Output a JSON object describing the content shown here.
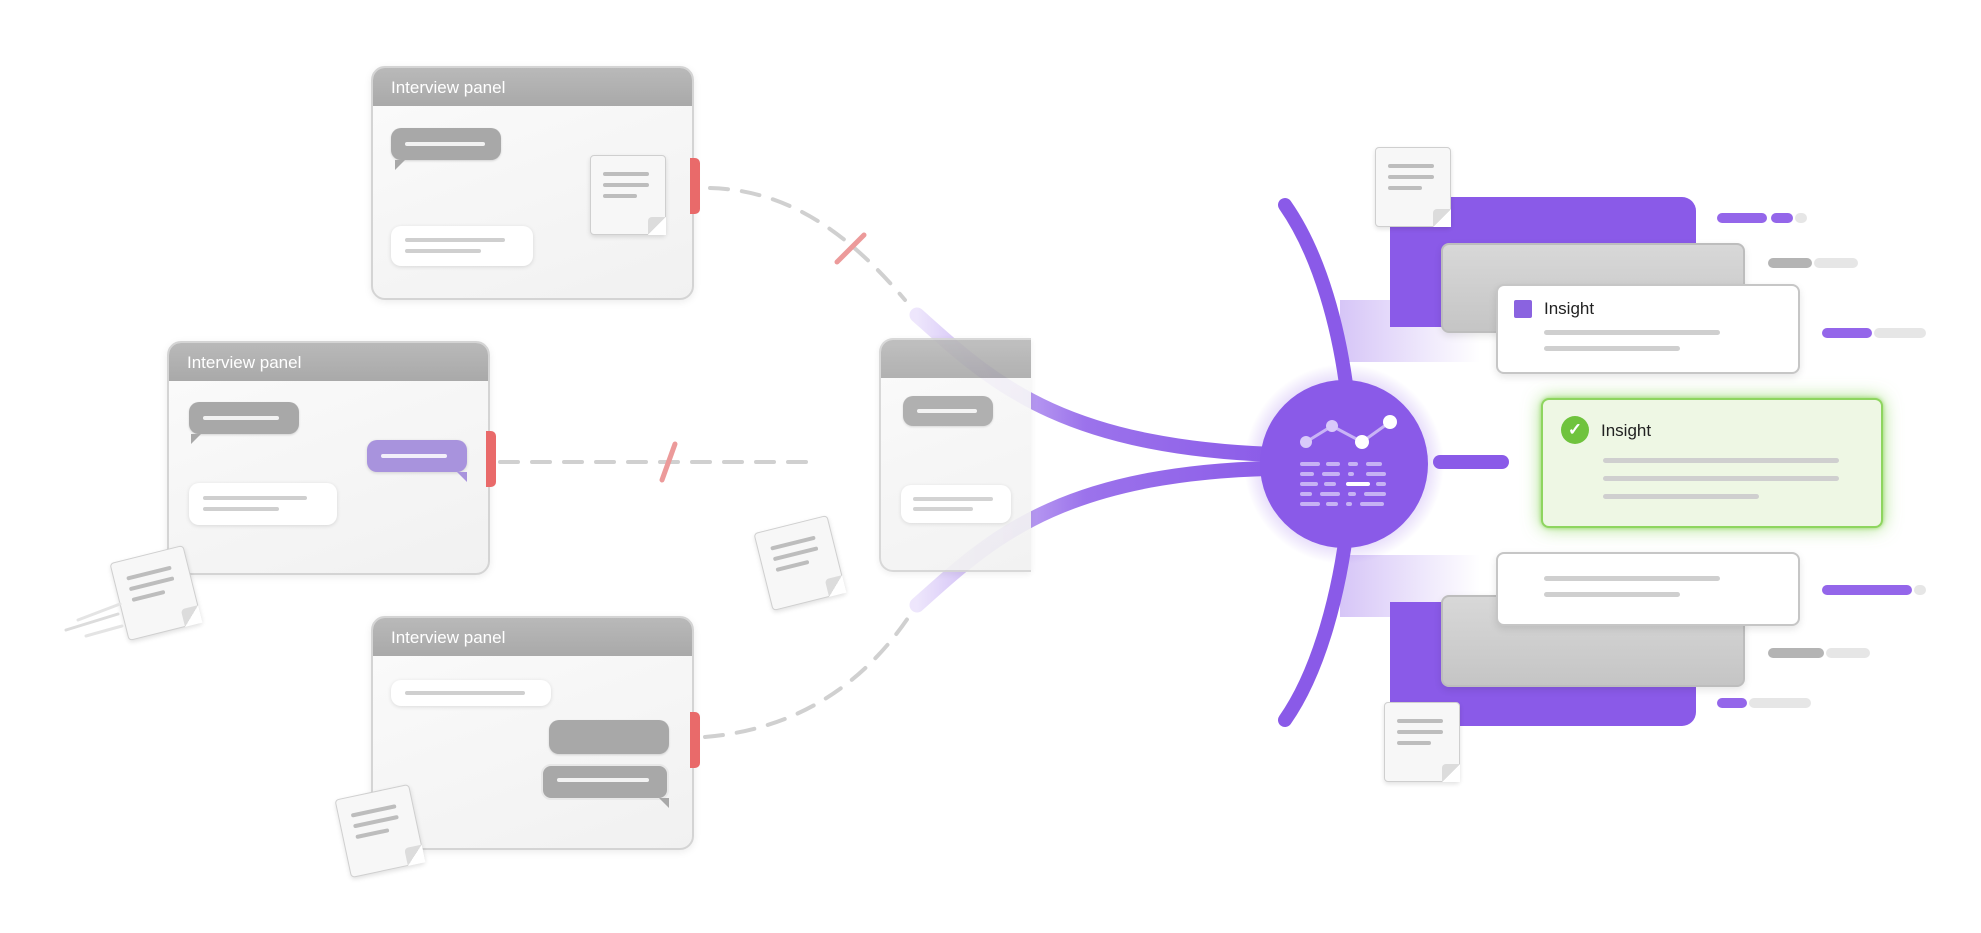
{
  "panels": [
    {
      "title": "Interview panel"
    },
    {
      "title": "Interview panel"
    },
    {
      "title": "Interview panel"
    }
  ],
  "insight_cards": [
    {
      "title": "Insight"
    },
    {
      "title": "Insight"
    }
  ],
  "colors": {
    "purple": "#8a5ae8",
    "panel_header": "#adadad",
    "red_tab": "#e96a6a",
    "green_highlight": "#8ed55f"
  },
  "icons": [
    "chat-bubble-icon",
    "sticky-note-icon",
    "analytics-icon",
    "check-icon"
  ]
}
